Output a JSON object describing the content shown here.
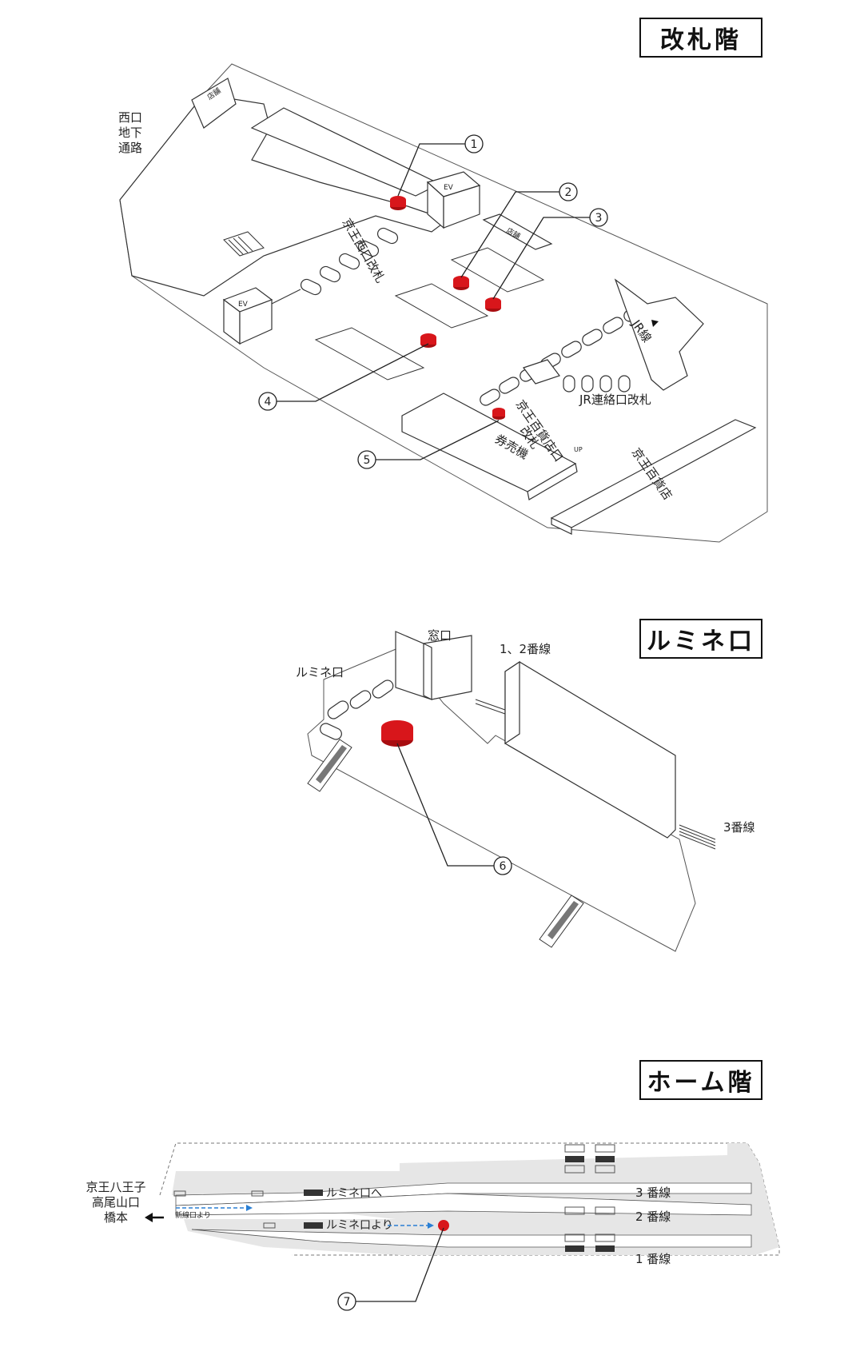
{
  "sections": {
    "ticket_floor": {
      "title": "改札階",
      "labels": {
        "west_underpass": [
          "西口",
          "地下",
          "通路"
        ],
        "keio_west_gate": "京王西口改札",
        "jr_line": "JR線",
        "jr_transfer_gate": "JR連絡口改札",
        "keio_dept_gate": [
          "京王百貨店口",
          "改札"
        ],
        "ticket_machines": "券売機",
        "keio_dept_store": "京王百貨店",
        "ev": "EV",
        "shop": "店舗",
        "up": "UP"
      },
      "markers": [
        "1",
        "2",
        "3",
        "4",
        "5"
      ]
    },
    "lumine_gate": {
      "title": "ルミネ口",
      "labels": {
        "window": "窓口",
        "lines_1_2": "1、2番線",
        "lumine_gate": "ルミネ口",
        "line_3": "3番線"
      },
      "markers": [
        "6"
      ]
    },
    "platform_floor": {
      "title": "ホーム階",
      "labels": {
        "destinations": [
          "京王八王子",
          "高尾山口",
          "橋本"
        ],
        "to_lumine": "ルミネ口へ",
        "from_shinsen": "新線口より",
        "from_lumine": "ルミネ口より",
        "track_3": "3 番線",
        "track_2": "2 番線",
        "track_1": "1 番線"
      },
      "markers": [
        "7"
      ]
    }
  },
  "colors": {
    "marker_red": "#d8161b",
    "platform_gray": "#e6e6e6",
    "arrow_blue": "#2a7fd4"
  },
  "icons": [
    "elevator-icon",
    "escalator-icon",
    "stairs-icon",
    "arrow-left-icon",
    "arrow-right-icon",
    "triangle-up-icon"
  ]
}
